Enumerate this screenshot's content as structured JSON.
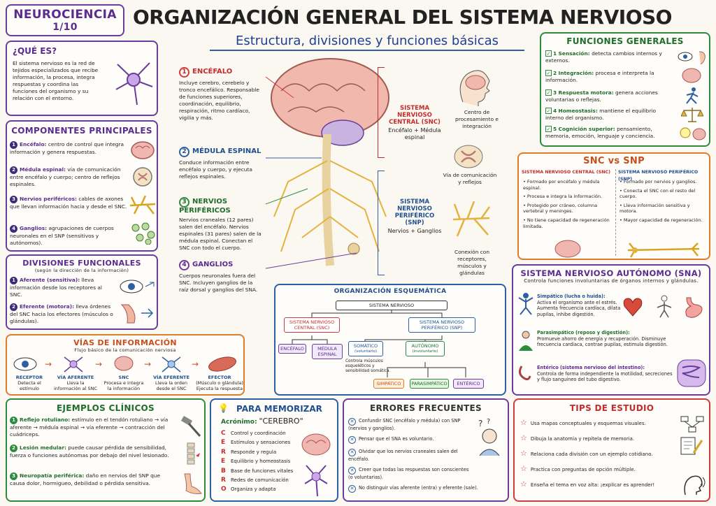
{
  "header": {
    "module": "NEUROCIENCIA",
    "page": "1/10",
    "title": "ORGANIZACIÓN GENERAL DEL SISTEMA NERVIOSO",
    "subtitle": "Estructura, divisiones y funciones básicas"
  },
  "que_es": {
    "title": "¿QUÉ ES?",
    "text": "El sistema nervioso es la red de tejidos especializados que recibe información, la procesa, integra respuestas y coordina las funciones del organismo y su relación con el entorno."
  },
  "componentes": {
    "title": "COMPONENTES PRINCIPALES",
    "items": [
      {
        "n": "1",
        "name": "Encéfalo:",
        "desc": "centro de control que integra información y genera respuestas."
      },
      {
        "n": "2",
        "name": "Médula espinal:",
        "desc": "vía de comunicación entre encéfalo y cuerpo; centro de reflejos espinales."
      },
      {
        "n": "3",
        "name": "Nervios periféricos:",
        "desc": "cables de axones que llevan información hacia y desde el SNC."
      },
      {
        "n": "4",
        "name": "Ganglios:",
        "desc": "agrupaciones de cuerpos neuronales en el SNP (sensitivos y autónomos)."
      }
    ]
  },
  "divisiones": {
    "title": "DIVISIONES FUNCIONALES",
    "sub": "(según la dirección de la información)",
    "items": [
      {
        "n": "1",
        "name": "Aferente (sensitiva):",
        "desc": "lleva información desde los receptores al SNC."
      },
      {
        "n": "2",
        "name": "Eferente (motora):",
        "desc": "lleva órdenes del SNC hacia los efectores (músculos o glándulas)."
      }
    ]
  },
  "vias": {
    "title": "VÍAS DE INFORMACIÓN",
    "sub": "Flujo básico de la comunicación nerviosa",
    "steps": [
      {
        "name": "RECEPTOR",
        "desc": "Detecta el estímulo"
      },
      {
        "name": "VÍA AFERENTE",
        "desc": "Lleva la información al SNC"
      },
      {
        "name": "SNC",
        "desc": "Procesa e integra la información"
      },
      {
        "name": "VÍA EFERENTE",
        "desc": "Lleva la orden desde el SNC"
      },
      {
        "name": "EFECTOR",
        "desc": "(Músculo o glándula) Ejecuta la respuesta"
      }
    ]
  },
  "ejemplos": {
    "title": "EJEMPLOS CLÍNICOS",
    "items": [
      {
        "n": "1",
        "name": "Reflejo rotuliano:",
        "desc": "estímulo en el tendón rotuliano → vía aferente → médula espinal → vía eferente → contracción del cuádriceps."
      },
      {
        "n": "2",
        "name": "Lesión medular:",
        "desc": "puede causar pérdida de sensibilidad, fuerza o funciones autónomas por debajo del nivel lesionado."
      },
      {
        "n": "3",
        "name": "Neuropatía periférica:",
        "desc": "daño en nervios del SNP que causa dolor, hormigueo, debilidad o pérdida sensitiva."
      }
    ]
  },
  "center": {
    "items": [
      {
        "n": "1",
        "name": "ENCÉFALO",
        "desc": "Incluye cerebro, cerebelo y tronco encefálico. Responsable de funciones superiores, coordinación, equilibrio, respiración, ritmo cardíaco, vigilia y más."
      },
      {
        "n": "2",
        "name": "MÉDULA ESPINAL",
        "desc": "Conduce información entre encéfalo y cuerpo, y ejecuta reflejos espinales."
      },
      {
        "n": "3",
        "name": "NERVIOS PERIFÉRICOS",
        "desc": "Nervios craneales (12 pares) salen del encéfalo. Nervios espinales (31 pares) salen de la médula espinal. Conectan el SNC con todo el cuerpo."
      },
      {
        "n": "4",
        "name": "GANGLIOS",
        "desc": "Cuerpos neuronales fuera del SNC. Incluyen ganglios de la raíz dorsal y ganglios del SNA."
      }
    ],
    "snc": {
      "name": "SISTEMA NERVIOSO CENTRAL (SNC)",
      "desc": "Encéfalo + Médula espinal",
      "note1": "Centro de procesamiento e integración",
      "note2": "Vía de comunicación y reflejos"
    },
    "snp": {
      "name": "SISTEMA NERVIOSO PERIFÉRICO (SNP)",
      "desc": "Nervios + Ganglios",
      "note": "Conexión con receptores, músculos y glándulas"
    }
  },
  "organizacion": {
    "title": "ORGANIZACIÓN ESQUEMÁTICA",
    "root": "SISTEMA NERVIOSO",
    "snc": "SISTEMA NERVIOSO CENTRAL (SNC)",
    "snp": "SISTEMA NERVIOSO PERIFÉRICO (SNP)",
    "encefalo": "ENCÉFALO",
    "medula": "MÉDULA ESPINAL",
    "somatico": "SOMÁTICO",
    "somatico_sub": "(voluntario)",
    "autonomo": "AUTÓNOMO",
    "autonomo_sub": "(involuntario)",
    "somatico_desc": "Controla músculos esqueléticos y sensibilidad somática.",
    "simpatico": "SIMPÁTICO",
    "parasimpatico": "PARASIMPÁTICO",
    "enterico": "ENTÉRICO"
  },
  "funciones": {
    "title": "FUNCIONES GENERALES",
    "items": [
      {
        "n": "1",
        "name": "Sensación:",
        "desc": "detecta cambios internos y externos."
      },
      {
        "n": "2",
        "name": "Integración:",
        "desc": "procesa e interpreta la información."
      },
      {
        "n": "3",
        "name": "Respuesta motora:",
        "desc": "genera acciones voluntarias o reflejas."
      },
      {
        "n": "4",
        "name": "Homeostasis:",
        "desc": "mantiene el equilibrio interno del organismo."
      },
      {
        "n": "5",
        "name": "Cognición superior:",
        "desc": "pensamiento, memoria, emoción, lenguaje y conciencia."
      }
    ]
  },
  "snc_snp": {
    "title": "SNC vs SNP",
    "col1": "SISTEMA NERVIOSO CENTRAL (SNC)",
    "col2": "SISTEMA NERVIOSO PERIFÉRICO (SNP)",
    "c1": [
      "Formado por encéfalo y médula espinal.",
      "Procesa e integra la información.",
      "Protegido por cráneo, columna vertebral y meninges.",
      "No tiene capacidad de regeneración limitada."
    ],
    "c2": [
      "Formado por nervios y ganglios.",
      "Conecta el SNC con el resto del cuerpo.",
      "Lleva información sensitiva y motora.",
      "Mayor capacidad de regeneración."
    ]
  },
  "sna": {
    "title": "SISTEMA NERVIOSO AUTÓNOMO (SNA)",
    "sub": "Controla funciones involuntarias de órganos internos y glándulas.",
    "items": [
      {
        "name": "Simpático",
        "tag": "(lucha o huida):",
        "desc": "Activa el organismo ante el estrés. Aumenta frecuencia cardíaca, dilata pupilas, inhibe digestión."
      },
      {
        "name": "Parasimpático",
        "tag": "(reposo y digestión):",
        "desc": "Promueve ahorro de energía y recuperación. Disminuye frecuencia cardíaca, contrae pupilas, estimula digestión."
      },
      {
        "name": "Entérico",
        "tag": "(sistema nervioso del intestino):",
        "desc": "Controla de forma independiente la motilidad, secreciones y flujo sanguíneo del tubo digestivo."
      }
    ]
  },
  "memorizar": {
    "title": "PARA MEMORIZAR",
    "acr_label": "Acrónimo:",
    "acr": "\"CEREBRO\"",
    "items": [
      {
        "l": "C",
        "t": "Control y coordinación"
      },
      {
        "l": "E",
        "t": "Estímulos y sensaciones"
      },
      {
        "l": "R",
        "t": "Responde y regula"
      },
      {
        "l": "E",
        "t": "Equilibrio y homeostasis"
      },
      {
        "l": "B",
        "t": "Base de funciones vitales"
      },
      {
        "l": "R",
        "t": "Redes de comunicación"
      },
      {
        "l": "O",
        "t": "Organiza y adapta"
      }
    ]
  },
  "errores": {
    "title": "ERRORES FRECUENTES",
    "items": [
      "Confundir SNC (encéfalo y médula) con SNP (nervios y ganglios).",
      "Pensar que el SNA es voluntario.",
      "Olvidar que los nervios craneales salen del encéfalo.",
      "Creer que todas las respuestas son conscientes (o voluntarias).",
      "No distinguir vías aferente (entra) y eferente (sale)."
    ]
  },
  "tips": {
    "title": "TIPS DE ESTUDIO",
    "items": [
      "Usa mapas conceptuales y esquemas visuales.",
      "Dibuja la anatomía y repítela de memoria.",
      "Relaciona cada división con un ejemplo cotidiano.",
      "Practica con preguntas de opción múltiple.",
      "Enseña el tema en voz alta: ¡explicar es aprender!"
    ]
  },
  "colors": {
    "purple": "#6a3d9a",
    "green": "#2e8b3d",
    "orange": "#e07b2a",
    "red": "#d13b3b",
    "blue": "#2d5fa3"
  }
}
